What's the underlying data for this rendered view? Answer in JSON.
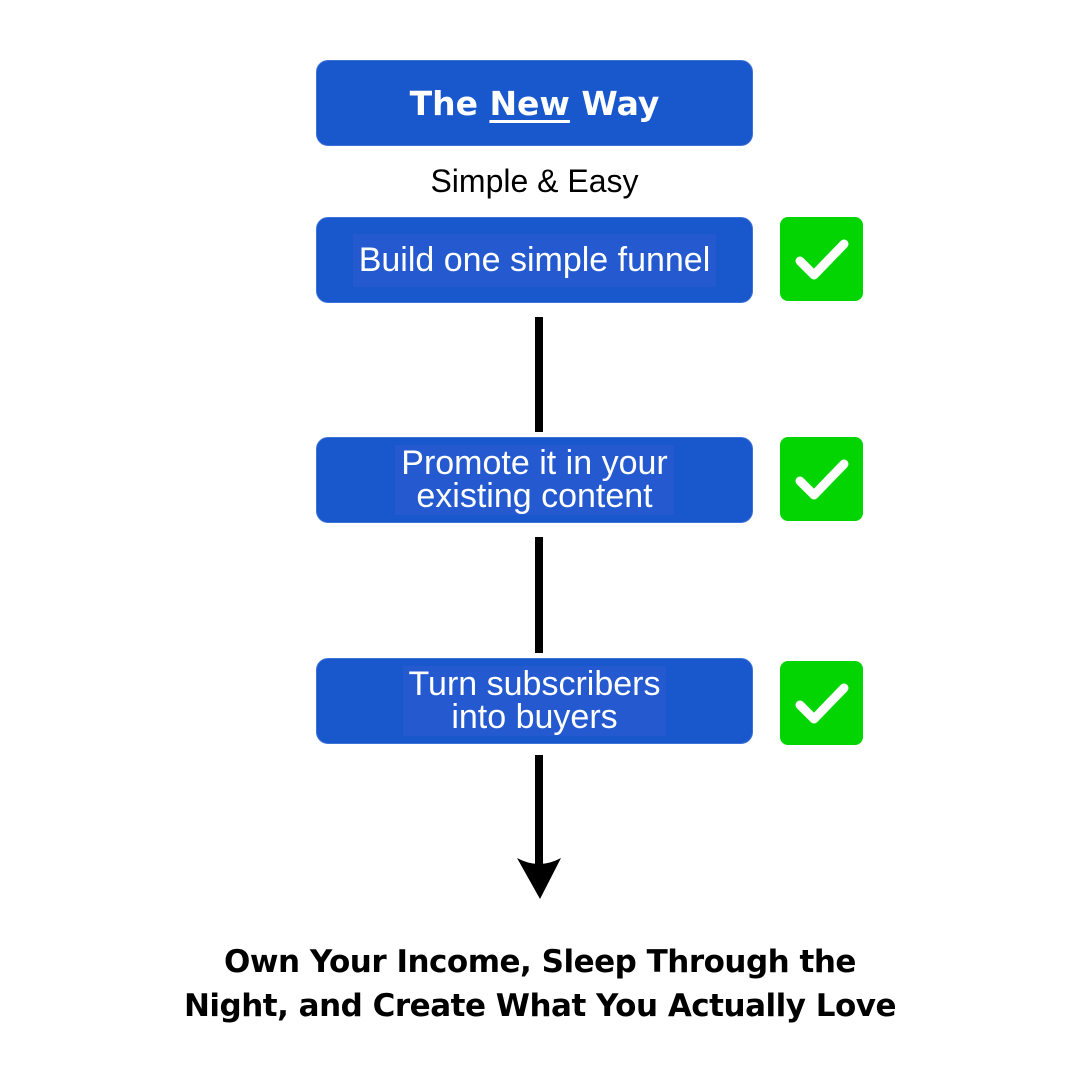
{
  "header": {
    "title_pre": "The ",
    "title_emph": "New",
    "title_post": " Way",
    "subtitle": "Simple & Easy"
  },
  "steps": [
    {
      "line1": "Build one simple funnel",
      "line2": "",
      "status": "check-icon"
    },
    {
      "line1": "Promote it in your",
      "line2": "existing content",
      "status": "check-icon"
    },
    {
      "line1": "Turn subscribers",
      "line2": "into buyers",
      "status": "check-icon"
    }
  ],
  "footer": {
    "line1": "Own Your Income, Sleep Through the",
    "line2": "Night, and Create What You Actually Love"
  },
  "colors": {
    "box": "#1857cc",
    "check": "#02d502"
  }
}
